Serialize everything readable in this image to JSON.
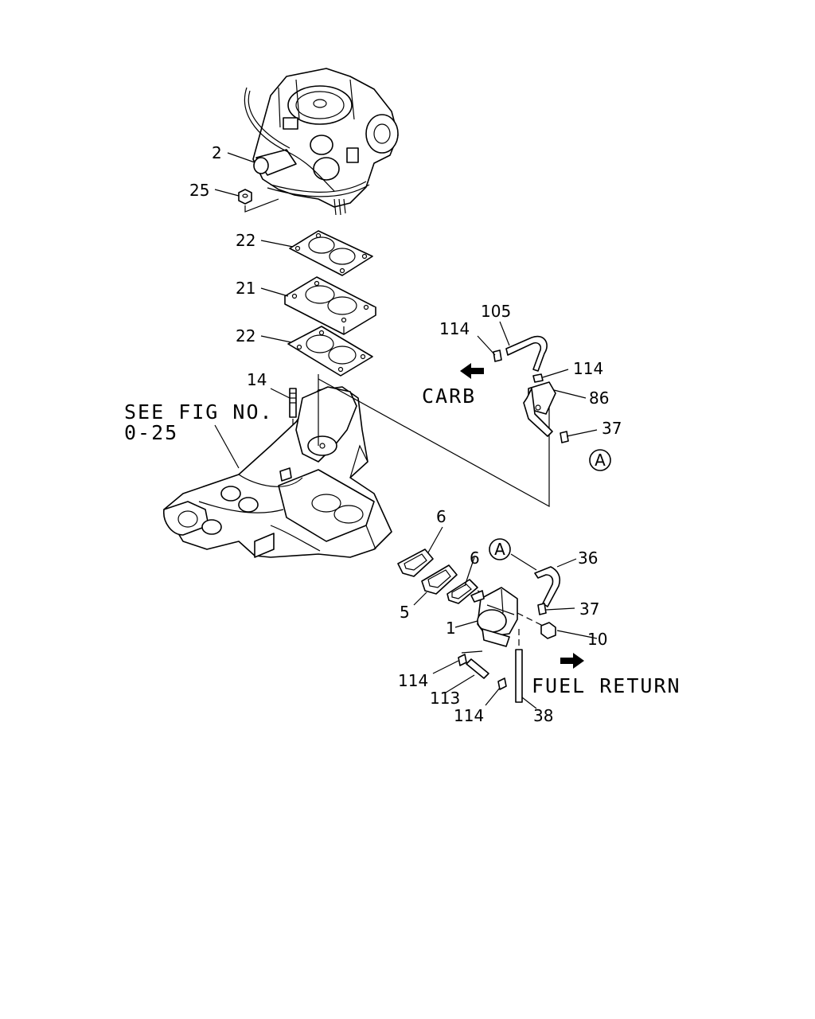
{
  "notes": {
    "see_fig_line1": "SEE FIG NO.",
    "see_fig_line2": "0-25",
    "carb": "CARB",
    "fuel_return": "FUEL RETURN",
    "ref_a": "A"
  },
  "callouts": {
    "c2": "2",
    "c25": "25",
    "c22a": "22",
    "c21": "21",
    "c22b": "22",
    "c14": "14",
    "c105": "105",
    "c114a": "114",
    "c114b": "114",
    "c86": "86",
    "c37a": "37",
    "c6a": "6",
    "c6b": "6",
    "c5": "5",
    "c36": "36",
    "c37b": "37",
    "c1": "1",
    "c10": "10",
    "c114c": "114",
    "c113": "113",
    "c114d": "114",
    "c38": "38"
  }
}
